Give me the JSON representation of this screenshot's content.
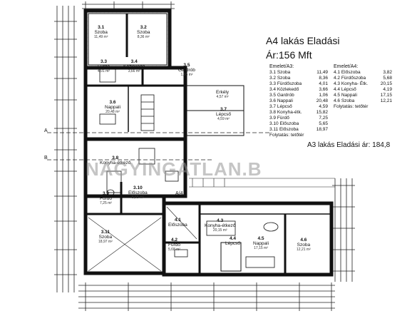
{
  "header": {
    "title": "A4 lakás Eladási",
    "price": "Ár:156 Mft",
    "a3_price": "A3 lakás Eladási ár: 184,8"
  },
  "watermark": "NAGYINGATLAN.B",
  "table_a3": {
    "heading": "Emelet/A3:",
    "rows": [
      {
        "name": "3.1 Szoba",
        "area": "11,49"
      },
      {
        "name": "3.2 Szoba",
        "area": "8,36"
      },
      {
        "name": "3.3 Fürdőszoba",
        "area": "4,01"
      },
      {
        "name": "3.4 Közlekedő",
        "area": "3,66"
      },
      {
        "name": "3.5 Gardrób",
        "area": "1,06"
      },
      {
        "name": "3.6 Nappali",
        "area": "20,48"
      },
      {
        "name": "3.7 Lépcső",
        "area": "4,59"
      },
      {
        "name": "3.8 Konyha-étk.",
        "area": "15,82"
      },
      {
        "name": "3.9 Fürdő",
        "area": "7,25"
      },
      {
        "name": "3.10 Előszoba",
        "area": "5,65"
      },
      {
        "name": "3.11 Előszoba",
        "area": "18,97"
      }
    ],
    "footer": "Folytatás: tetőtér"
  },
  "table_a4": {
    "heading": "Emelet/A4:",
    "rows": [
      {
        "name": "4.1 Előszoba",
        "area": "3,82"
      },
      {
        "name": "4.2 Fürdőszoba",
        "area": "5,68"
      },
      {
        "name": "4.3 Konyha- Étk.",
        "area": "20,15"
      },
      {
        "name": "4.4 Lépcső",
        "area": "4,19"
      },
      {
        "name": "4.5 Nappali",
        "area": "17,15"
      },
      {
        "name": "4.6 Szoba",
        "area": "12,21"
      }
    ],
    "footer": "Folytatás: tetőtér"
  },
  "rooms": {
    "r31": {
      "num": "3.1",
      "name": "Szoba",
      "area": "11,49 m²"
    },
    "r32": {
      "num": "3.2",
      "name": "Szoba",
      "area": "8,36 m²"
    },
    "r33": {
      "num": "3.3",
      "name": "Fürdő",
      "area": "4,01 m²"
    },
    "r34": {
      "num": "3.4",
      "name": "Közlekedő",
      "area": "3,66 m²"
    },
    "r35": {
      "num": "3.5",
      "name": "Gardrób",
      "area": "1,06 m²"
    },
    "r36": {
      "num": "3.6",
      "name": "Nappali",
      "area": "20,48 m²"
    },
    "erkely": {
      "num": "",
      "name": "Erkély",
      "area": "4,57 m²"
    },
    "r37": {
      "num": "3.7",
      "name": "Lépcső",
      "area": "4,59 m²"
    },
    "r38": {
      "num": "3.8",
      "name": "Konyha-étkező",
      "area": ""
    },
    "r39": {
      "num": "3.9",
      "name": "Fürdő",
      "area": "7,25 m²"
    },
    "r310": {
      "num": "3.10",
      "name": "Előszoba",
      "area": "5,65 m²"
    },
    "r311": {
      "num": "3.11",
      "name": "Szoba",
      "area": "18,97 m²"
    },
    "r41": {
      "num": "4.1",
      "name": "Előszoba",
      "area": ""
    },
    "r42": {
      "num": "4.2",
      "name": "Fürdő",
      "area": "5,68 m²"
    },
    "r43": {
      "num": "4.3",
      "name": "Konyha-étkező",
      "area": "20,15 m²"
    },
    "r44": {
      "num": "4.4",
      "name": "Lépcső",
      "area": ""
    },
    "r45": {
      "num": "4.5",
      "name": "Nappali",
      "area": "17,15 m²"
    },
    "r46": {
      "num": "4.6",
      "name": "Szoba",
      "area": "12,21 m²"
    }
  },
  "markers": {
    "a_left": "A",
    "b_left": "B",
    "a4_arrow": "A/4"
  }
}
